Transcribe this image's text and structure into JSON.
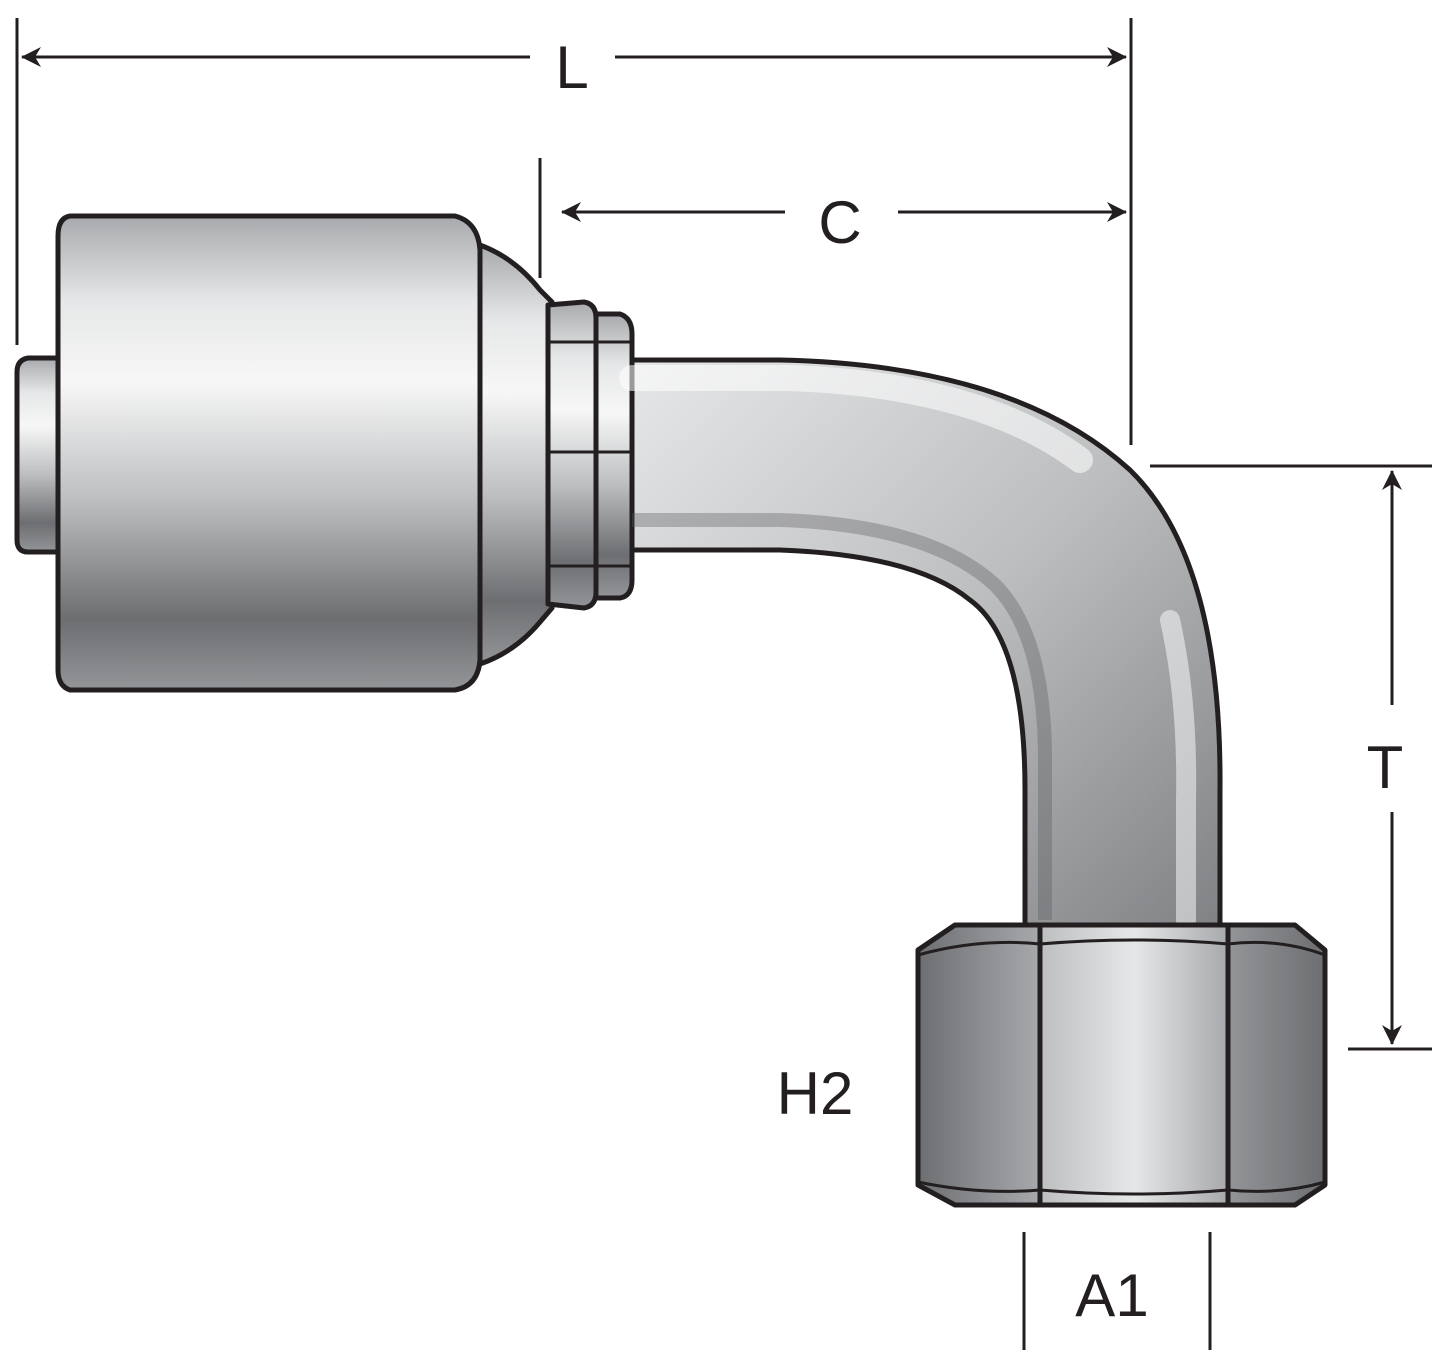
{
  "diagram": {
    "labels": {
      "length": "L",
      "center": "C",
      "thread": "T",
      "hex": "H2",
      "bore": "A1"
    },
    "colors": {
      "ink": "#231f20",
      "metal_light": "#f2f2f2",
      "metal_mid": "#c4c5c8",
      "metal_dark": "#6d6e71",
      "background": "#ffffff"
    }
  }
}
